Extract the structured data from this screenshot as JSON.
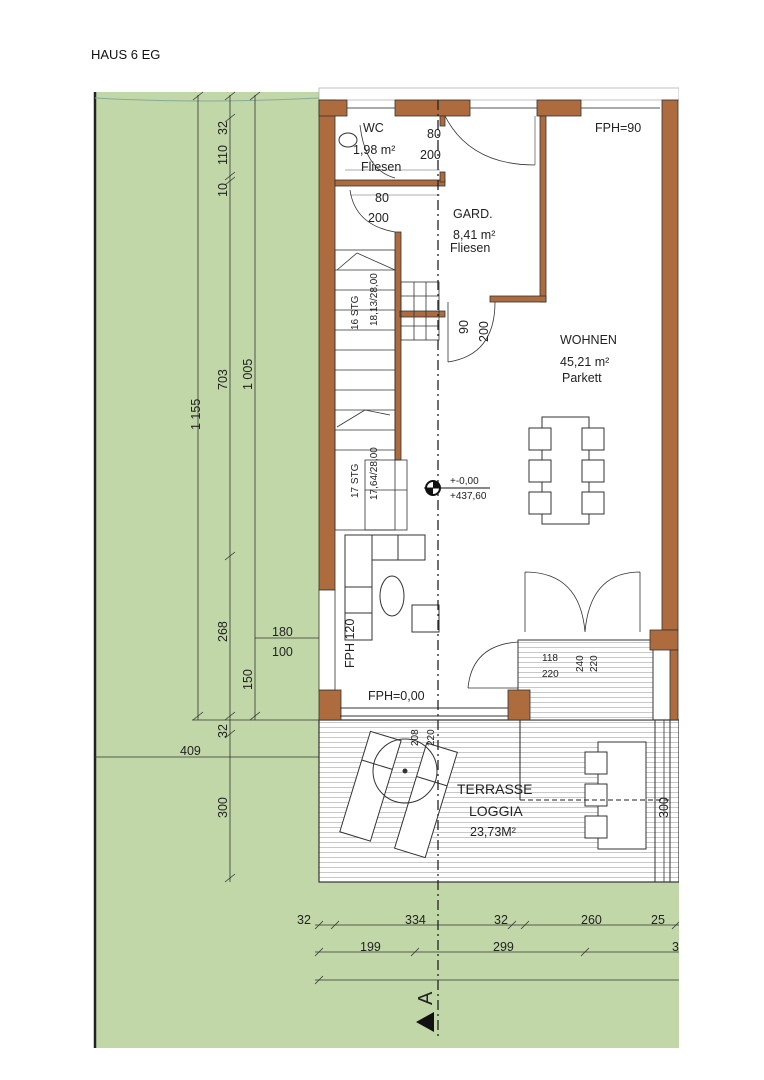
{
  "title": "HAUS 6 EG",
  "colors": {
    "garden": "#c1d7a8",
    "wall": "#ad6b3e",
    "line": "#333333"
  },
  "rooms": {
    "wc": {
      "name": "WC",
      "area": "1,98 m²",
      "floor": "Fliesen"
    },
    "gard": {
      "name": "GARD.",
      "area": "8,41 m²",
      "floor": "Fliesen"
    },
    "wohnen": {
      "name": "WOHNEN",
      "area": "45,21 m²",
      "floor": "Parkett"
    },
    "terrasse": {
      "name": "TERRASSE",
      "name2": "LOGGIA",
      "area": "23,73M²"
    }
  },
  "annotations": {
    "fph_top": "FPH=90",
    "fph_bottom": "FPH=0,00",
    "fph_window": "FPH 120",
    "level_1": "+-0,00",
    "level_2": "+437,60",
    "stairs_1": "16 STG",
    "stairs_1_dim": "18,13/28,00",
    "stairs_2": "17 STG",
    "stairs_2_dim": "17,64/28,00",
    "section": "A"
  },
  "doors": {
    "wc_w": "80",
    "wc_h": "200",
    "gard_w": "80",
    "gard_h": "200",
    "entry_w": "90",
    "entry_h": "200",
    "terrace_w": "118",
    "terrace_h": "220",
    "terrace_v1": "240",
    "terrace_v2": "220",
    "window_w": "180",
    "window_h": "100",
    "loggia_1": "208",
    "loggia_2": "220"
  },
  "dims_vertical": {
    "total": "1 155",
    "inner": "703",
    "inner2": "1 005",
    "d110": "110",
    "d32a": "32",
    "d10": "10",
    "d268": "268",
    "d150": "150",
    "d32b": "32",
    "d300": "300",
    "right300": "300",
    "d409": "409"
  },
  "dims_horizontal": {
    "row1": [
      "32",
      "334",
      "32",
      "260",
      "25"
    ],
    "row2": [
      "199",
      "299",
      "3"
    ]
  }
}
